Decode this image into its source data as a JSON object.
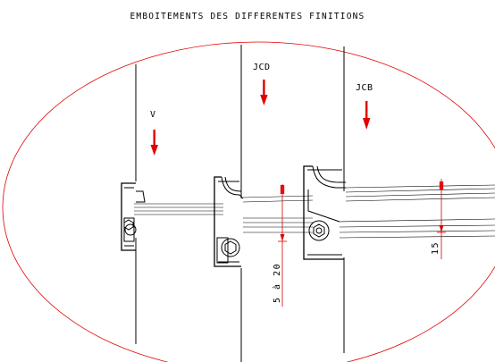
{
  "drawing": {
    "title": "EMBOITEMENTS DES DIFFERENTES FINITIONS",
    "finishes": [
      {
        "label": "V"
      },
      {
        "label": "JCD"
      },
      {
        "label": "JCB"
      }
    ],
    "dimensions": [
      {
        "label": "5 à 20"
      },
      {
        "label": "15"
      }
    ],
    "colors": {
      "outline": "#e00000",
      "arrow": "#e00000",
      "linework": "#000000"
    }
  }
}
